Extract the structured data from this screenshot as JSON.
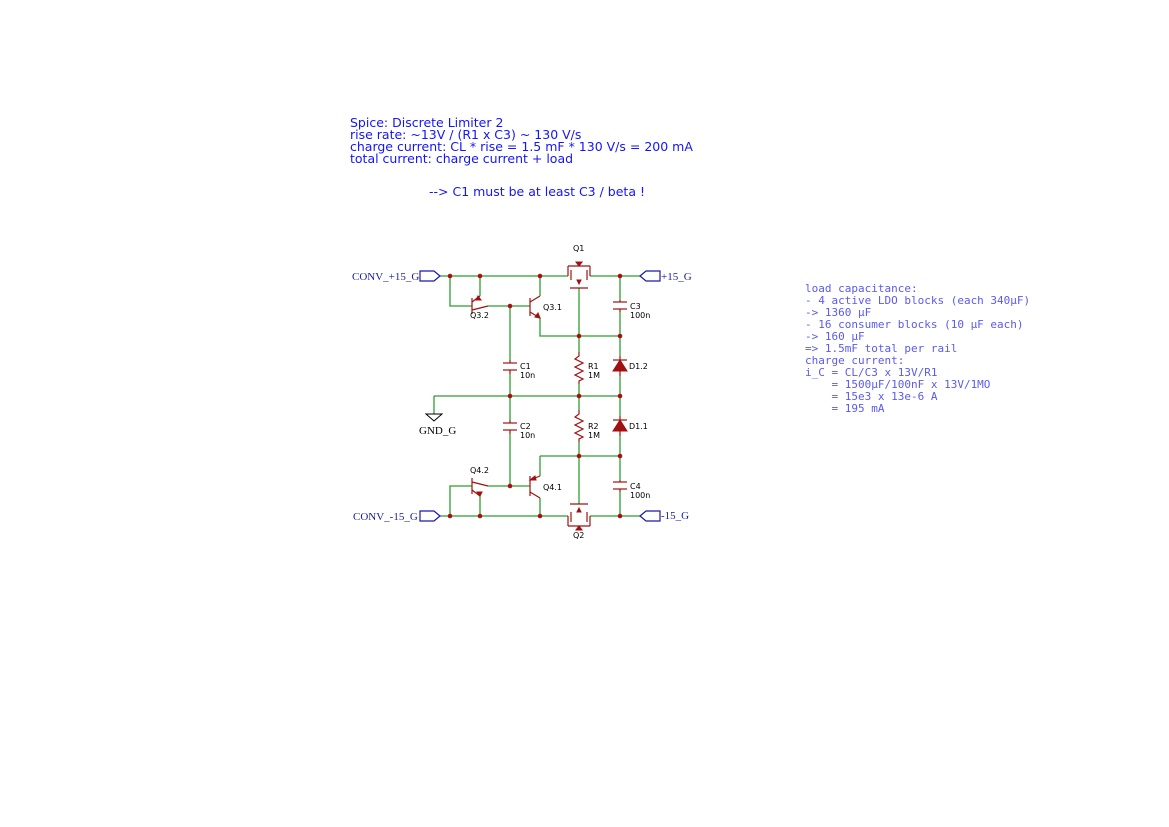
{
  "notes": {
    "title": "Spice: Discrete Limiter 2",
    "line1": "rise rate: ~13V / (R1 x C3) ~ 130 V/s",
    "line2": "charge current: CL * rise = 1.5 mF * 130 V/s = 200 mA",
    "line3": "total current: charge current + load",
    "warning": "--> C1 must be at least C3 / beta !"
  },
  "side_notes": [
    "load capacitance:",
    "- 4 active LDO blocks (each 340µF)",
    "-> 1360 µF",
    "- 16 consumer blocks (10 µF each)",
    "-> 160 µF",
    "=> 1.5mF total per rail",
    "charge current:",
    "i_C = CL/C3 x 13V/R1",
    "    = 1500µF/100nF x 13V/1MO",
    "    = 15e3 x 13e-6 A",
    "    = 195 mA"
  ],
  "ports": {
    "conv_pos": "CONV_+15_G",
    "conv_neg": "CONV_-15_G",
    "out_pos": "+15_G",
    "out_neg": "-15_G",
    "gnd": "GND_G"
  },
  "components": {
    "q1": "Q1",
    "q2": "Q2",
    "q31": "Q3.1",
    "q32": "Q3.2",
    "q41": "Q4.1",
    "q42": "Q4.2",
    "c1": "C1",
    "c1_val": "10n",
    "c2": "C2",
    "c2_val": "10n",
    "c3": "C3",
    "c3_val": "100n",
    "c4": "C4",
    "c4_val": "100n",
    "r1": "R1",
    "r1_val": "1M",
    "r2": "R2",
    "r2_val": "1M",
    "d12": "D1.2",
    "d11": "D1.1"
  },
  "colors": {
    "wire": "#2e9e2e",
    "component": "#a01010",
    "port": "#1a1aa6",
    "note": "#1414ff",
    "side_note": "#5a5af0"
  }
}
